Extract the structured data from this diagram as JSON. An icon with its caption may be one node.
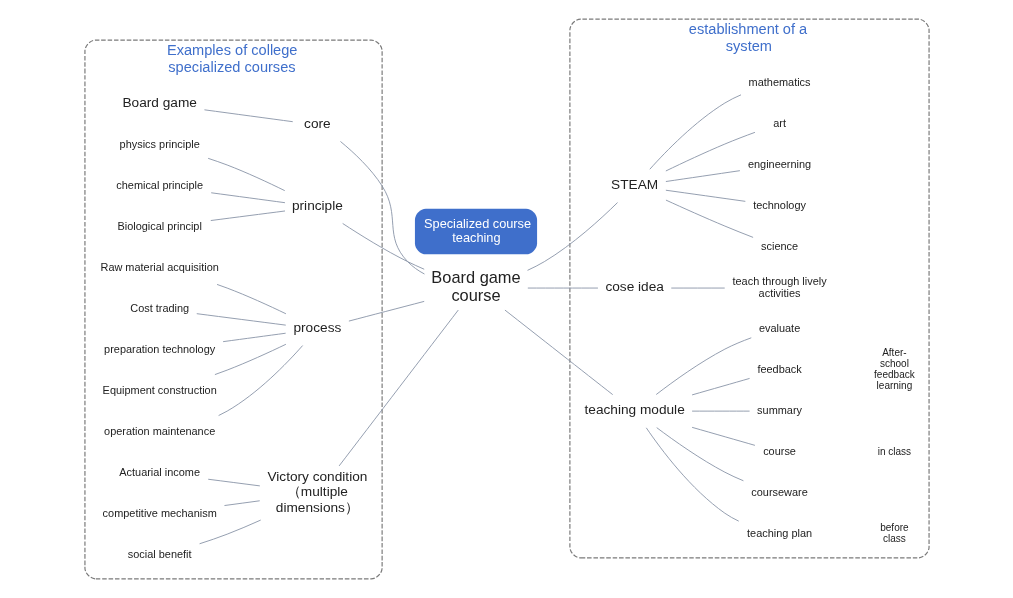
{
  "diagram": {
    "nodes": [
      {
        "text": [
          "Examples of college specialized courses"
        ]
      },
      {
        "text": [
          "Specialized course teaching"
        ]
      },
      {
        "text": [
          "establishment of a system"
        ]
      },
      {
        "text": [
          "Board game course"
        ]
      },
      {
        "text": [
          "Board game"
        ],
        "in": 0
      },
      {
        "text": [
          "core"
        ],
        "in": 0
      },
      {
        "text": [
          "physics principle"
        ],
        "in": 0
      },
      {
        "text": [
          "chemical principle"
        ],
        "in": 0
      },
      {
        "text": [
          "Biological principl"
        ],
        "in": 0
      },
      {
        "text": [
          "principle"
        ],
        "in": 0
      },
      {
        "text": [
          "Raw material acquisition"
        ],
        "in": 0
      },
      {
        "text": [
          "Cost trading"
        ],
        "in": 0
      },
      {
        "text": [
          "preparation technology"
        ],
        "in": 0
      },
      {
        "text": [
          "Equipment construction"
        ],
        "in": 0
      },
      {
        "text": [
          "operation maintenance"
        ],
        "in": 0
      },
      {
        "text": [
          "process"
        ],
        "in": 0
      },
      {
        "text": [
          "Actuarial income"
        ],
        "in": 0
      },
      {
        "text": [
          "competitive mechanism"
        ],
        "in": 0
      },
      {
        "text": [
          "social benefit"
        ],
        "in": 0
      },
      {
        "text": [
          "Victory condition （multiple dimensions）"
        ],
        "in": 0
      },
      {
        "text": [
          "STEAM"
        ],
        "in": 2
      },
      {
        "text": [
          "science"
        ],
        "in": 2
      },
      {
        "text": [
          "technology"
        ],
        "in": 2
      },
      {
        "text": [
          "engineerning"
        ],
        "in": 2
      },
      {
        "text": [
          "art"
        ],
        "in": 2
      },
      {
        "text": [
          "mathematics"
        ],
        "in": 2
      },
      {
        "text": [
          "cose idea"
        ],
        "in": 2
      },
      {
        "text": [
          "teach through lively activities"
        ],
        "in": 2
      },
      {
        "text": [
          "teaching module"
        ],
        "in": 2
      },
      {
        "text": [
          "teaching plan"
        ],
        "in": 2
      },
      {
        "text": [
          "courseware"
        ],
        "in": 2
      },
      {
        "text": [
          "course"
        ],
        "in": 2
      },
      {
        "text": [
          "summary"
        ],
        "in": 2
      },
      {
        "text": [
          "feedback"
        ],
        "in": 2
      },
      {
        "text": [
          "evaluate"
        ],
        "in": 2
      }
    ],
    "edges": [
      {
        "from": 4,
        "to": 5,
        "arrow": "none"
      },
      {
        "from": 6,
        "to": 9,
        "arrow": "none"
      },
      {
        "from": 7,
        "to": 9,
        "arrow": "none"
      },
      {
        "from": 8,
        "to": 9,
        "arrow": "none"
      },
      {
        "from": 10,
        "to": 15,
        "arrow": "none"
      },
      {
        "from": 11,
        "to": 15,
        "arrow": "none"
      },
      {
        "from": 12,
        "to": 15,
        "arrow": "none"
      },
      {
        "from": 13,
        "to": 15,
        "arrow": "none"
      },
      {
        "from": 14,
        "to": 15,
        "arrow": "none"
      },
      {
        "from": 16,
        "to": 19,
        "arrow": "none"
      },
      {
        "from": 17,
        "to": 19,
        "arrow": "none"
      },
      {
        "from": 18,
        "to": 19,
        "arrow": "none"
      },
      {
        "from": 5,
        "to": 3,
        "arrow": "none"
      },
      {
        "from": 9,
        "to": 3,
        "arrow": "none"
      },
      {
        "from": 15,
        "to": 3,
        "arrow": "none"
      },
      {
        "from": 19,
        "to": 3,
        "arrow": "none"
      },
      {
        "from": 3,
        "to": 20,
        "arrow": "none"
      },
      {
        "from": 3,
        "to": 26,
        "arrow": "none"
      },
      {
        "from": 3,
        "to": 28,
        "arrow": "none"
      },
      {
        "from": 20,
        "to": 21,
        "arrow": "none"
      },
      {
        "from": 20,
        "to": 22,
        "arrow": "none"
      },
      {
        "from": 20,
        "to": 23,
        "arrow": "none"
      },
      {
        "from": 20,
        "to": 24,
        "arrow": "none"
      },
      {
        "from": 20,
        "to": 25,
        "arrow": "none"
      },
      {
        "from": 26,
        "to": 27,
        "arrow": "none"
      },
      {
        "from": 28,
        "to": 29,
        "arrow": "none"
      },
      {
        "from": 28,
        "to": 30,
        "arrow": "none"
      },
      {
        "from": 28,
        "to": 31,
        "arrow": "none"
      },
      {
        "from": 28,
        "to": 32,
        "arrow": "none"
      },
      {
        "from": 28,
        "to": 33,
        "arrow": "none"
      },
      {
        "from": 28,
        "to": 34,
        "arrow": "none"
      }
    ],
    "labels": [
      "before class",
      "in class",
      "After-school feedback learning"
    ]
  }
}
